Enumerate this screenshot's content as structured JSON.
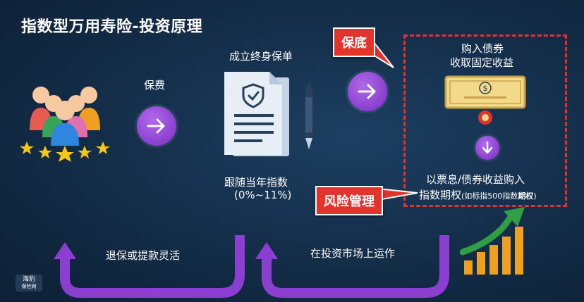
{
  "title": "指数型万用寿险-投资原理",
  "labels": {
    "premium": "保费",
    "policy": "成立终身保单",
    "follow": "跟随当年指数",
    "follow_range": "(0%~11%)",
    "buy_bonds_line1": "购入债券",
    "buy_bonds_line2": "收取固定收益",
    "options_line1": "以票息/债券收益购入",
    "options_line2_main": "指数期权",
    "options_line2_note": "(如标指500指数",
    "options_line2_note_bold": "期权",
    "options_line2_close": ")",
    "surrender": "退保或提款灵活",
    "operate": "在投资市场上运作"
  },
  "tags": {
    "guarantee": "保底",
    "risk": "风险管理"
  },
  "logo": {
    "line1": "海豹",
    "line2": "保险网"
  },
  "icons": {
    "people": "people-group-icon",
    "arrow1": "arrow-right-icon",
    "document": "insurance-document-icon",
    "pen": "pen-icon",
    "arrow2": "arrow-right-icon",
    "bond": "bond-certificate-icon",
    "down": "arrow-down-icon",
    "growth": "growth-chart-icon"
  },
  "colors": {
    "accent_purple": "#8a3fd0",
    "accent_red": "#e3342b",
    "growth_green": "#2f9e44",
    "growth_orange": "#f0a020"
  }
}
